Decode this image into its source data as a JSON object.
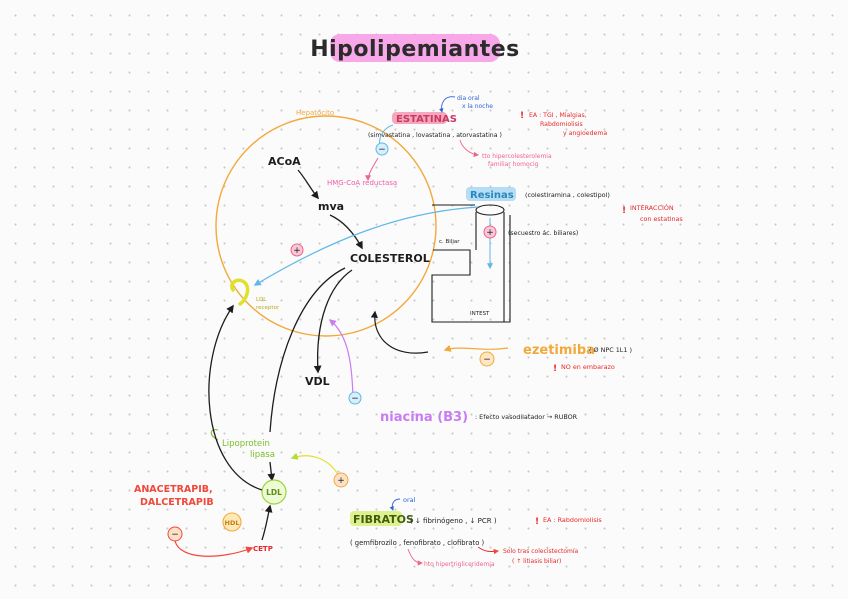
{
  "title": "Hipolipemiantes",
  "hepatocito": "Hepatocito",
  "nodes": {
    "acoa": "ACoA",
    "mva": "mva",
    "colesterol": "COLESTEROL",
    "vdl": "VDL",
    "ldl": "LDL",
    "ldl_receptor_1": "LDL",
    "ldl_receptor_2": "receptor",
    "c_biliar": "c. Biliar",
    "intest": "INTEST",
    "lipoprotein_1": "Lipoprotein",
    "lipoprotein_2": "lipasa",
    "hdl": "HDL",
    "cetp": "CETP",
    "enzyme": "HMG-CoA reductasa"
  },
  "drugs": {
    "estatinas": {
      "name": "ESTATINAS",
      "list": "(simvastatina , lovastatina , atorvastatina )",
      "dose_1": "dia oral",
      "dose_2": "x la noche",
      "ea_1": "EA : TGI , Mialgias,",
      "ea_2": "Rabdomiolisis",
      "ea_3": "y angioedema",
      "use_1": "tto hipercolesterolemia",
      "use_2": "familiar homocig"
    },
    "resinas": {
      "name": "Resinas",
      "list": "(colestiramina , colestipol)",
      "note": "(secuestro ác. biliares)",
      "warn_1": "INTERACCIÓN",
      "warn_2": "con estatinas"
    },
    "ezetimiba": {
      "name": "ezetimiba",
      "note": "( Ø NPC 1L1 )",
      "warn": "NO en embarazo"
    },
    "niacina": {
      "name": "niacina (B3)",
      "effect": ": Efecto vasodilatador → RUBOR"
    },
    "fibratos": {
      "name": "FIBRATOS",
      "effect": "( ↓ fibrinógeno , ↓ PCR )",
      "list": "( gemfibrozilo , fenofibrato , clofibrato )",
      "route": "oral",
      "ea": "EA : Rabdomiolisis",
      "use_1": "hto hipertrigliceridemia",
      "use_2": "Solo tras colecistectomía",
      "use_3": "( ↑ litiasis biliar)"
    },
    "anacetrapib": {
      "name_1": "ANACETRAPIB,",
      "name_2": "DALCETRAPIB"
    }
  },
  "signs": {
    "plus": "+",
    "minus": "−",
    "warn": "!"
  },
  "colors": {
    "title_highlight": "#f79de6",
    "hepatocyte_circle": "#f2a93c",
    "estatinas": "#f0648a",
    "resinas": "#5fb8e8",
    "ezetimiba": "#f2a93c",
    "niacina": "#c97cf2",
    "fibratos": "#b4dc3c",
    "anacetrapib": "#f0483a",
    "enzyme": "#f05aa8",
    "ldl": "#9ad63a",
    "warning": "#e8282a",
    "blue_note": "#2f64d8"
  }
}
